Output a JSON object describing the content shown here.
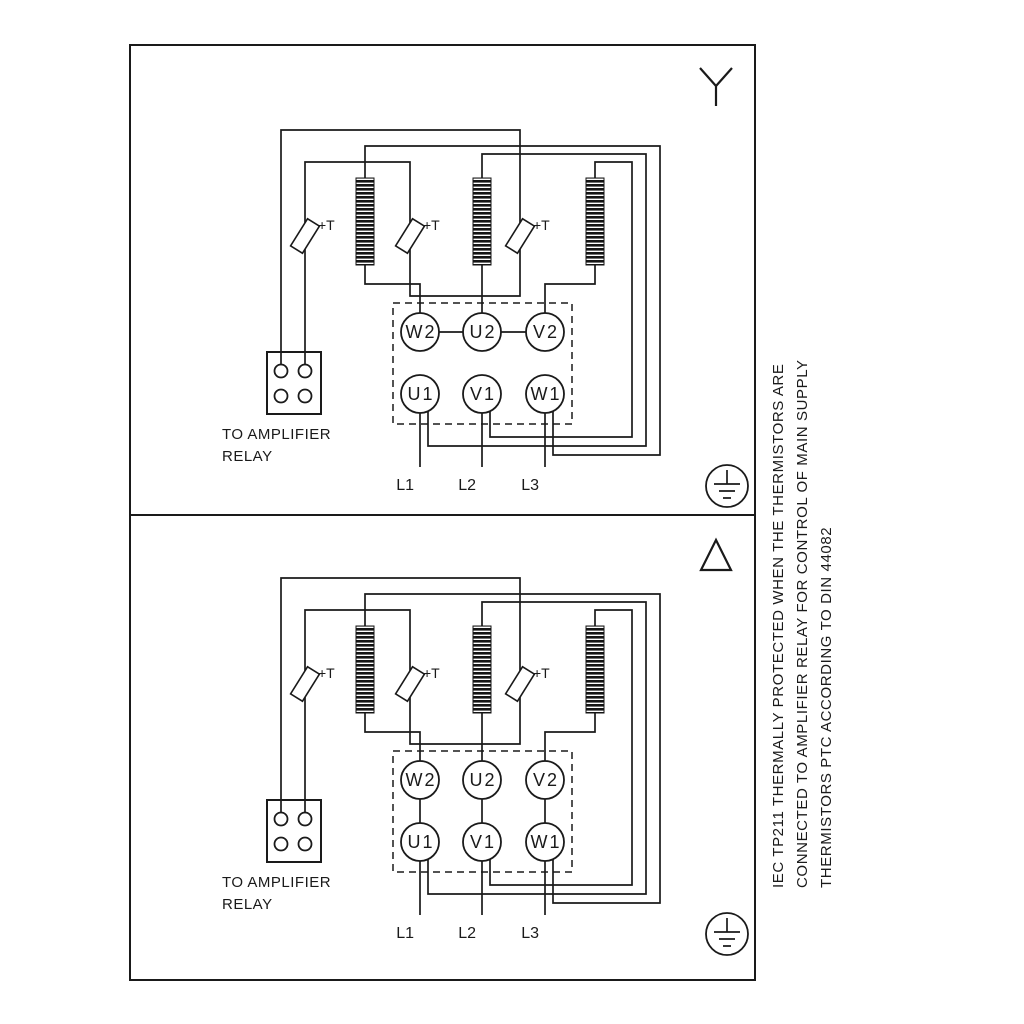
{
  "sidebar_note": {
    "line1": "IEC TP211 THERMALLY PROTECTED WHEN THE THERMISTORS ARE",
    "line2": "CONNECTED TO AMPLIFIER RELAY FOR CONTROL OF MAIN SUPPLY",
    "line3": "THERMISTORS PTC ACCORDING TO DIN 44082"
  },
  "labels": {
    "terminals_top": [
      "W2",
      "U2",
      "V2"
    ],
    "terminals_bottom": [
      "U1",
      "V1",
      "W1"
    ],
    "supply": [
      "L1",
      "L2",
      "L3"
    ],
    "thermistor": "+T",
    "relay_line1": "TO AMPLIFIER",
    "relay_line2": "RELAY"
  },
  "symbols": {
    "top_panel": "star-connection",
    "bottom_panel": "delta-connection",
    "earth": "protective-earth"
  },
  "colors": {
    "line": "#1a1a1a",
    "background": "#ffffff"
  }
}
